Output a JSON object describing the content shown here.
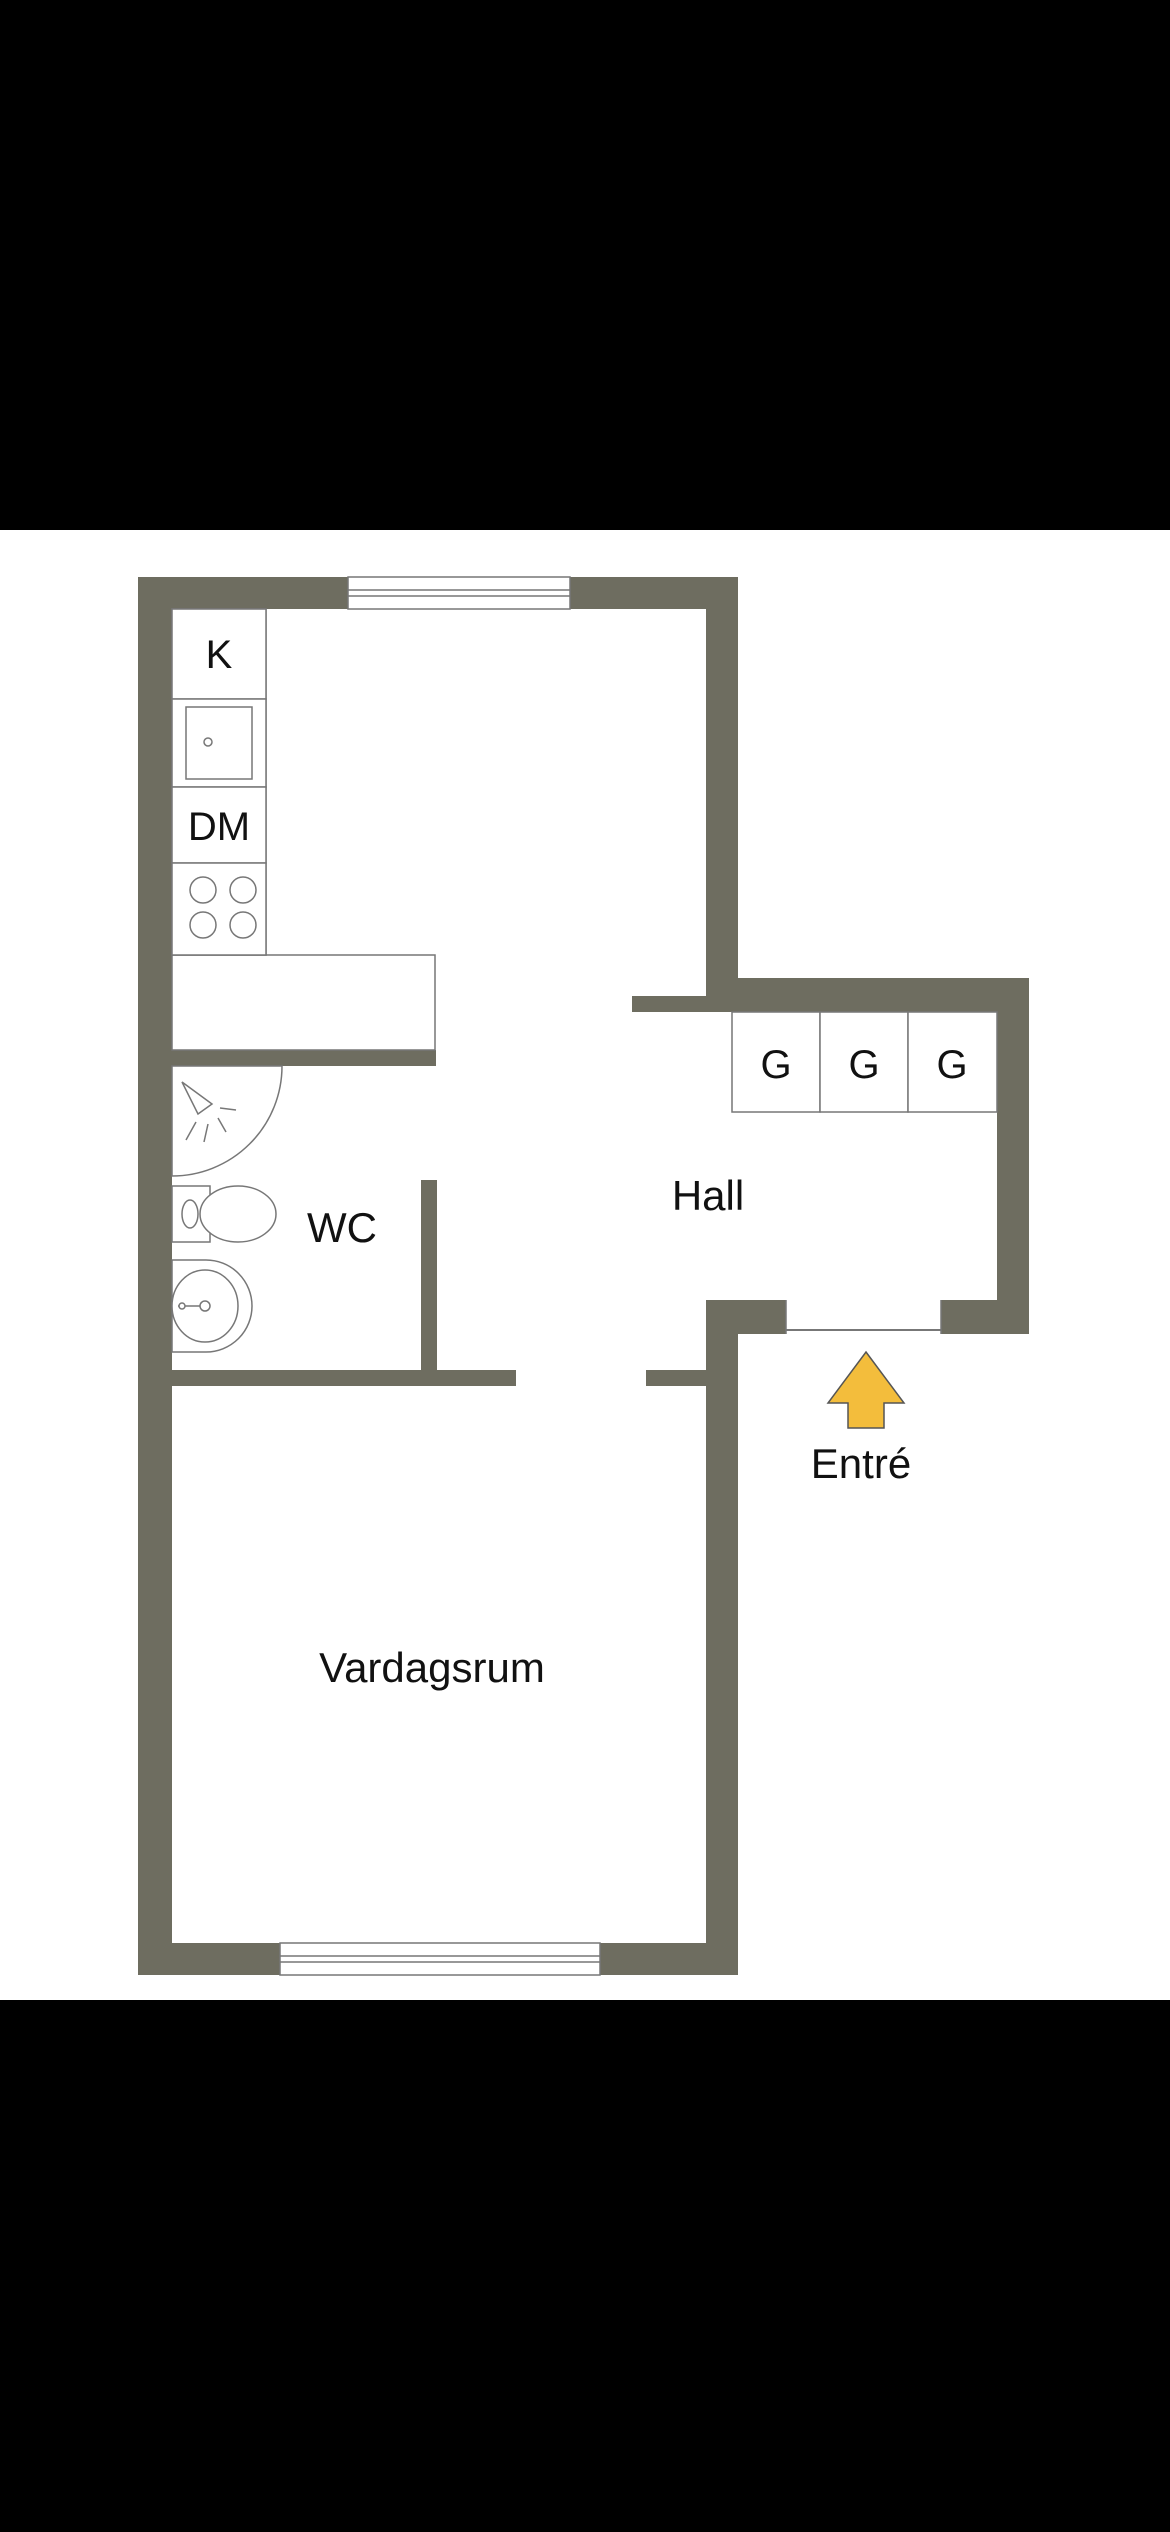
{
  "colors": {
    "wall": "#6e6d60",
    "fixture_line": "#777777",
    "entry_arrow_fill": "#f3bd3c",
    "entry_arrow_stroke": "#555555",
    "background": "#ffffff",
    "letterbox": "#000000"
  },
  "rooms": {
    "hall": "Hall",
    "wc": "WC",
    "living": "Vardagsrum"
  },
  "entry": {
    "label": "Entré",
    "icon": "arrow-up-icon"
  },
  "fixtures": {
    "fridge": "K",
    "dishwasher": "DM",
    "wardrobes": [
      "G",
      "G",
      "G"
    ]
  },
  "icons": {
    "sink": "sink-icon",
    "stove": "stove-icon",
    "shower": "shower-icon",
    "toilet": "toilet-icon",
    "washbasin": "washbasin-icon"
  }
}
